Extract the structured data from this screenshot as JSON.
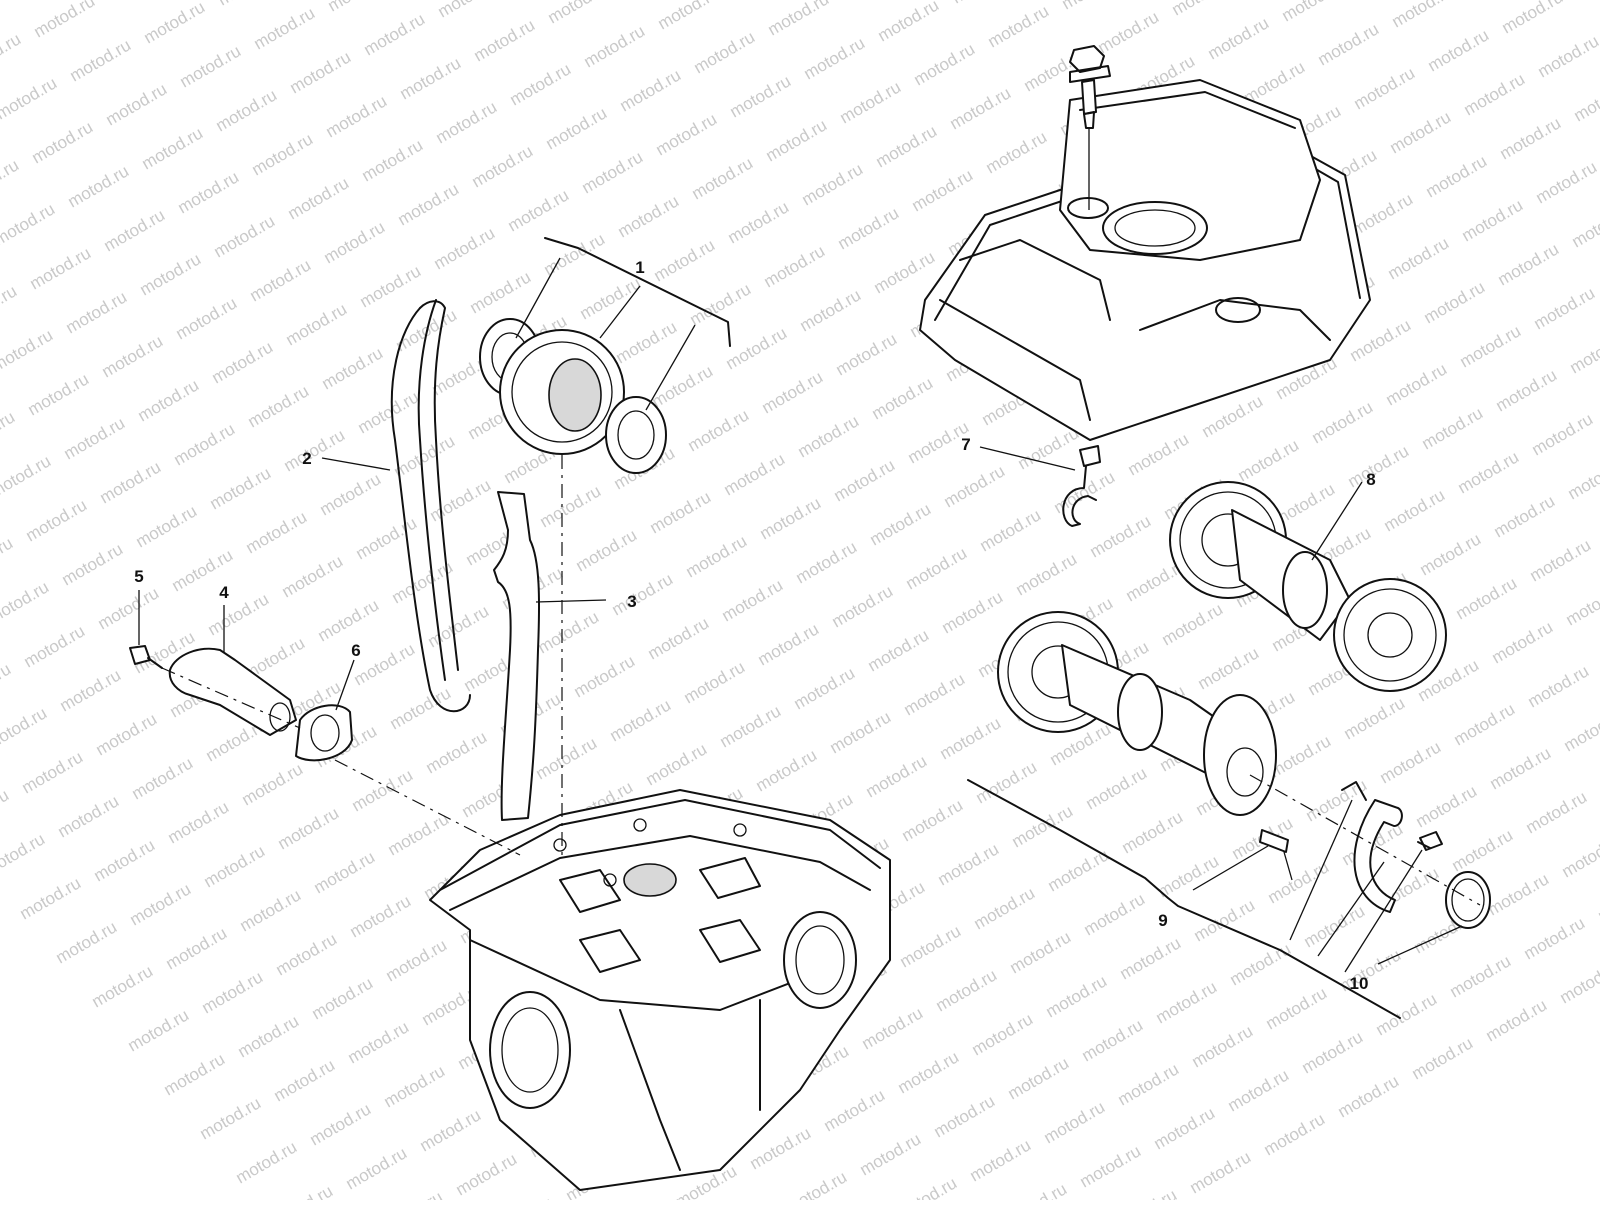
{
  "diagram": {
    "watermark_text": "motod.ru",
    "callouts": [
      {
        "id": "1",
        "label": "1"
      },
      {
        "id": "2",
        "label": "2"
      },
      {
        "id": "3",
        "label": "3"
      },
      {
        "id": "4",
        "label": "4"
      },
      {
        "id": "5",
        "label": "5"
      },
      {
        "id": "6",
        "label": "6"
      },
      {
        "id": "7",
        "label": "7"
      },
      {
        "id": "8",
        "label": "8"
      },
      {
        "id": "9",
        "label": "9"
      },
      {
        "id": "10",
        "label": "10"
      }
    ],
    "colors": {
      "line": "#111111",
      "watermark": "#c9c9c9",
      "background": "#ffffff"
    }
  }
}
